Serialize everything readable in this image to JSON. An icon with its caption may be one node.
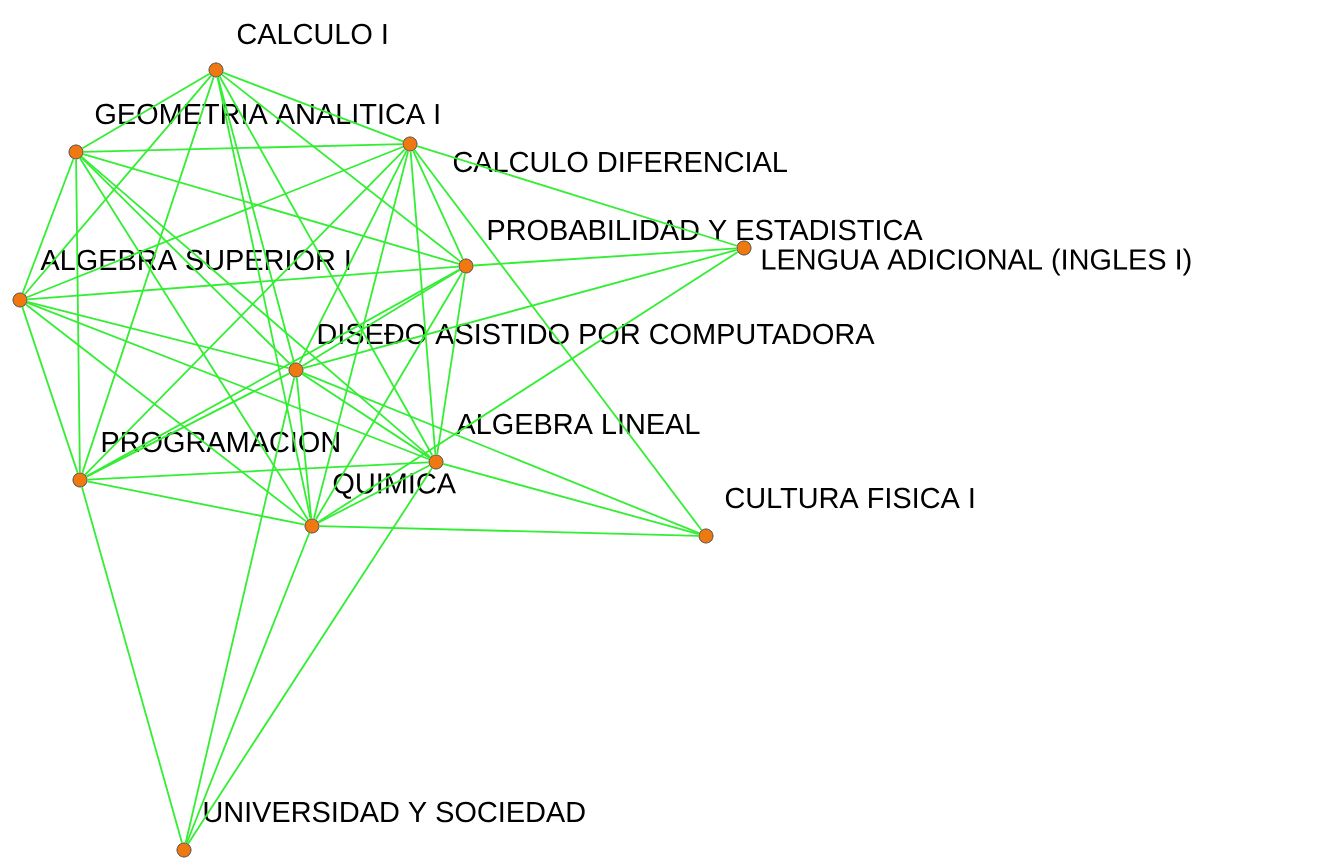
{
  "diagram": {
    "nodes": [
      {
        "text": [
          "CALCULO  I"
        ]
      },
      {
        "text": [
          "GEOMETRIA  ANALITICA  I"
        ]
      },
      {
        "text": [
          "CALCULO DIFERENCIAL"
        ]
      },
      {
        "text": [
          "PROBABILIDAD Y ESTADISTICA"
        ]
      },
      {
        "text": [
          "ALGEBRA SUPERIOR  I"
        ]
      },
      {
        "text": [
          "LENGUA ADICIONAL (INGLES I)"
        ]
      },
      {
        "text": [
          "DISEÐO ASISTIDO POR COMPUTADORA"
        ]
      },
      {
        "text": [
          "ALGEBRA LINEAL"
        ]
      },
      {
        "text": [
          "PROGRAMACION"
        ]
      },
      {
        "text": [
          "QUIMICA"
        ]
      },
      {
        "text": [
          "CULTURA FISICA I"
        ]
      },
      {
        "text": [
          "UNIVERSIDAD Y SOCIEDAD"
        ]
      }
    ],
    "edges": [
      {
        "from": 0,
        "to": 1,
        "arrow": "none"
      },
      {
        "from": 0,
        "to": 2,
        "arrow": "none"
      },
      {
        "from": 0,
        "to": 4,
        "arrow": "none"
      },
      {
        "from": 0,
        "to": 8,
        "arrow": "none"
      },
      {
        "from": 0,
        "to": 6,
        "arrow": "none"
      },
      {
        "from": 0,
        "to": 9,
        "arrow": "none"
      },
      {
        "from": 0,
        "to": 7,
        "arrow": "none"
      },
      {
        "from": 0,
        "to": 3,
        "arrow": "none"
      },
      {
        "from": 1,
        "to": 2,
        "arrow": "none"
      },
      {
        "from": 1,
        "to": 4,
        "arrow": "none"
      },
      {
        "from": 1,
        "to": 8,
        "arrow": "none"
      },
      {
        "from": 1,
        "to": 6,
        "arrow": "none"
      },
      {
        "from": 1,
        "to": 9,
        "arrow": "none"
      },
      {
        "from": 1,
        "to": 7,
        "arrow": "none"
      },
      {
        "from": 1,
        "to": 3,
        "arrow": "none"
      },
      {
        "from": 2,
        "to": 4,
        "arrow": "none"
      },
      {
        "from": 2,
        "to": 3,
        "arrow": "none"
      },
      {
        "from": 2,
        "to": 5,
        "arrow": "none"
      },
      {
        "from": 2,
        "to": 6,
        "arrow": "none"
      },
      {
        "from": 2,
        "to": 8,
        "arrow": "none"
      },
      {
        "from": 2,
        "to": 9,
        "arrow": "none"
      },
      {
        "from": 2,
        "to": 7,
        "arrow": "none"
      },
      {
        "from": 2,
        "to": 10,
        "arrow": "none"
      },
      {
        "from": 3,
        "to": 4,
        "arrow": "none"
      },
      {
        "from": 3,
        "to": 5,
        "arrow": "none"
      },
      {
        "from": 3,
        "to": 6,
        "arrow": "none"
      },
      {
        "from": 3,
        "to": 8,
        "arrow": "none"
      },
      {
        "from": 3,
        "to": 9,
        "arrow": "none"
      },
      {
        "from": 3,
        "to": 7,
        "arrow": "none"
      },
      {
        "from": 4,
        "to": 6,
        "arrow": "none"
      },
      {
        "from": 4,
        "to": 8,
        "arrow": "none"
      },
      {
        "from": 4,
        "to": 9,
        "arrow": "none"
      },
      {
        "from": 4,
        "to": 7,
        "arrow": "none"
      },
      {
        "from": 5,
        "to": 6,
        "arrow": "none"
      },
      {
        "from": 5,
        "to": 9,
        "arrow": "none"
      },
      {
        "from": 6,
        "to": 8,
        "arrow": "none"
      },
      {
        "from": 6,
        "to": 9,
        "arrow": "none"
      },
      {
        "from": 6,
        "to": 7,
        "arrow": "none"
      },
      {
        "from": 6,
        "to": 10,
        "arrow": "none"
      },
      {
        "from": 7,
        "to": 8,
        "arrow": "none"
      },
      {
        "from": 7,
        "to": 9,
        "arrow": "none"
      },
      {
        "from": 7,
        "to": 10,
        "arrow": "none"
      },
      {
        "from": 8,
        "to": 9,
        "arrow": "none"
      },
      {
        "from": 9,
        "to": 10,
        "arrow": "none"
      },
      {
        "from": 11,
        "to": 8,
        "arrow": "none"
      },
      {
        "from": 11,
        "to": 6,
        "arrow": "none"
      },
      {
        "from": 11,
        "to": 9,
        "arrow": "none"
      },
      {
        "from": 11,
        "to": 7,
        "arrow": "none"
      }
    ]
  }
}
